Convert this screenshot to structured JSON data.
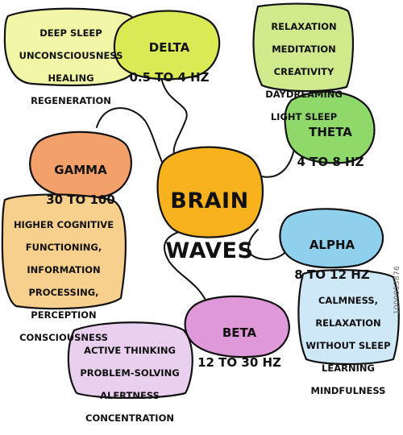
{
  "center": {
    "line1": "BRAIN",
    "line2": "WAVES"
  },
  "nodes": {
    "delta": {
      "name": "DELTA",
      "freq": "0.5 TO 4 HZ",
      "desc": [
        "DEEP SLEEP",
        "UNCONSCIOUSNESS",
        "HEALING",
        "REGENERATION"
      ]
    },
    "theta": {
      "name": "THETA",
      "freq": "4 TO 8 HZ",
      "desc": [
        "RELAXATION",
        "MEDITATION",
        "CREATIVITY",
        "DAYDREAMING",
        "LIGHT SLEEP"
      ]
    },
    "gamma": {
      "name": "GAMMA",
      "freq": "30 TO 100",
      "desc": [
        "HIGHER COGNITIVE",
        "FUNCTIONING,",
        "INFORMATION",
        "PROCESSING,",
        "PERCEPTION",
        "CONSCIOUSNESS"
      ]
    },
    "alpha": {
      "name": "ALPHA",
      "freq": "8 TO 12 HZ",
      "desc": [
        "CALMNESS,",
        "RELAXATION",
        "WITHOUT SLEEP",
        "LEARNING",
        "MINDFULNESS"
      ]
    },
    "beta": {
      "name": "BETA",
      "freq": "12 TO 30 HZ",
      "desc": [
        "ACTIVE THINKING",
        "PROBLEM-SOLVING",
        "ALERTNESS",
        "CONCENTRATION"
      ]
    }
  },
  "watermark": "1000053876",
  "colors": {
    "center": "#f7b21d",
    "delta_head": "#d9ea55",
    "delta_desc": "#f1f5a6",
    "theta_head": "#8fd86a",
    "theta_desc": "#cfe98d",
    "gamma_head": "#f4a06a",
    "gamma_desc": "#f8d08d",
    "alpha_head": "#8fd1ec",
    "alpha_desc": "#cfe8f8",
    "beta_head": "#df98d8",
    "beta_desc": "#ead0ef",
    "outline": "#111111"
  }
}
